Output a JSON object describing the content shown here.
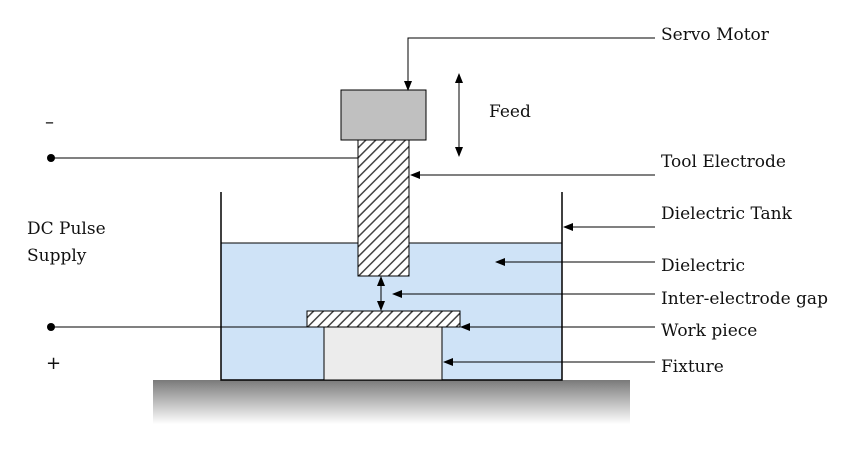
{
  "labels": {
    "servo_motor": "Servo Motor",
    "feed": "Feed",
    "tool_electrode": "Tool Electrode",
    "dielectric_tank": "Dielectric Tank",
    "dielectric": "Dielectric",
    "inter_electrode_gap": "Inter-electrode gap",
    "work_piece": "Work piece",
    "fixture": "Fixture",
    "supply_line1": "DC Pulse",
    "supply_line2": "Supply",
    "minus": "–",
    "plus": "+"
  },
  "colors": {
    "dielectric": "#cfe3f7",
    "motor": "#c0c0c0",
    "fixture": "#ececec",
    "base_top": "#8a8a8a",
    "line": "#000000"
  }
}
